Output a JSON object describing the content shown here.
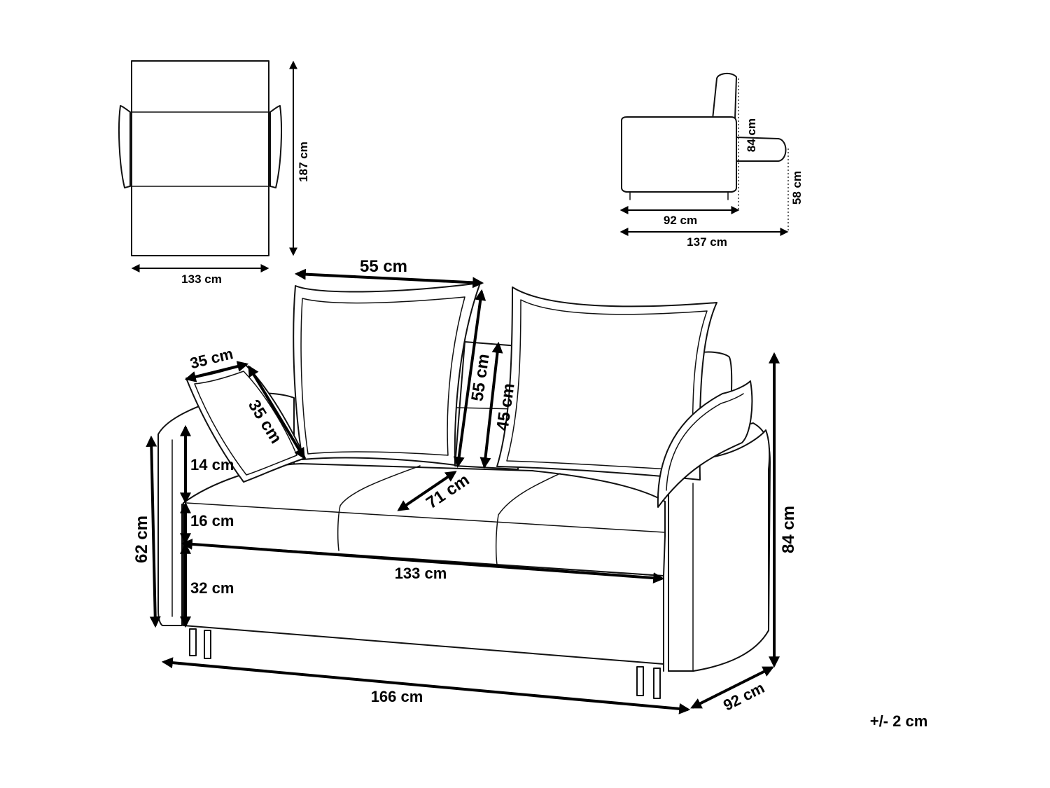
{
  "top_view": {
    "width_label": "133 cm",
    "length_label": "187 cm"
  },
  "side_view": {
    "height_label": "84 cm",
    "seat_height_label": "58 cm",
    "depth_label": "92 cm",
    "extended_depth_label": "137 cm"
  },
  "main_view": {
    "back_cushion_width_label": "55 cm",
    "back_cushion_height_label": "55 cm",
    "backrest_height_label": "45 cm",
    "pillow_width_label": "35 cm",
    "pillow_height_label": "35 cm",
    "armrest_label": "14 cm",
    "seat_cushion_label": "16 cm",
    "base_label": "32 cm",
    "seat_height_label": "62 cm",
    "seat_depth_label": "71 cm",
    "seat_width_label": "133 cm",
    "total_width_label": "166 cm",
    "total_depth_label": "92 cm",
    "total_height_label": "84 cm"
  },
  "tolerance_label": "+/- 2 cm"
}
